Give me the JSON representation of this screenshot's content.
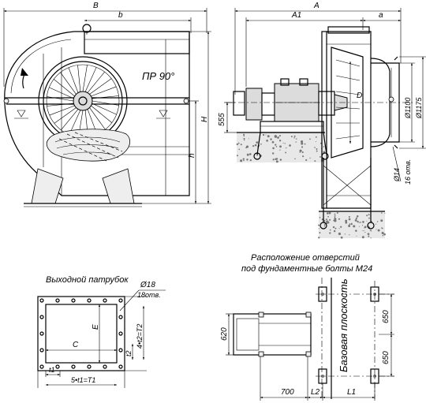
{
  "front_view": {
    "dim_B": "B",
    "dim_b": "b",
    "dim_H": "H",
    "dim_h": "h",
    "rotation_label": "ПР 90°"
  },
  "side_view": {
    "dim_A": "A",
    "dim_A1": "A1",
    "dim_a": "a",
    "dim_555": "555",
    "dim_D": "D",
    "dim_d1100": "Ø1100",
    "dim_d1175": "Ø1175",
    "dim_d14": "Ø14",
    "holes_16": "16 отв."
  },
  "outlet": {
    "title": "Выходной патрубок",
    "dim_d18": "Ø18",
    "holes_18": "18отв.",
    "dim_E": "E",
    "dim_C": "C",
    "dim_t1": "t1",
    "dim_t2": "t2",
    "dim_4t2": "4•t2=T2",
    "dim_5t1": "5•t1=T1"
  },
  "foundation": {
    "title_line1": "Расположение отверстий",
    "title_line2": "под фундаментные болты М24",
    "base_plane": "Базовая плоскость",
    "dim_620": "620",
    "dim_650_top": "650",
    "dim_650_bottom": "650",
    "dim_700": "700",
    "dim_L2": "L2",
    "dim_L1": "L1"
  }
}
